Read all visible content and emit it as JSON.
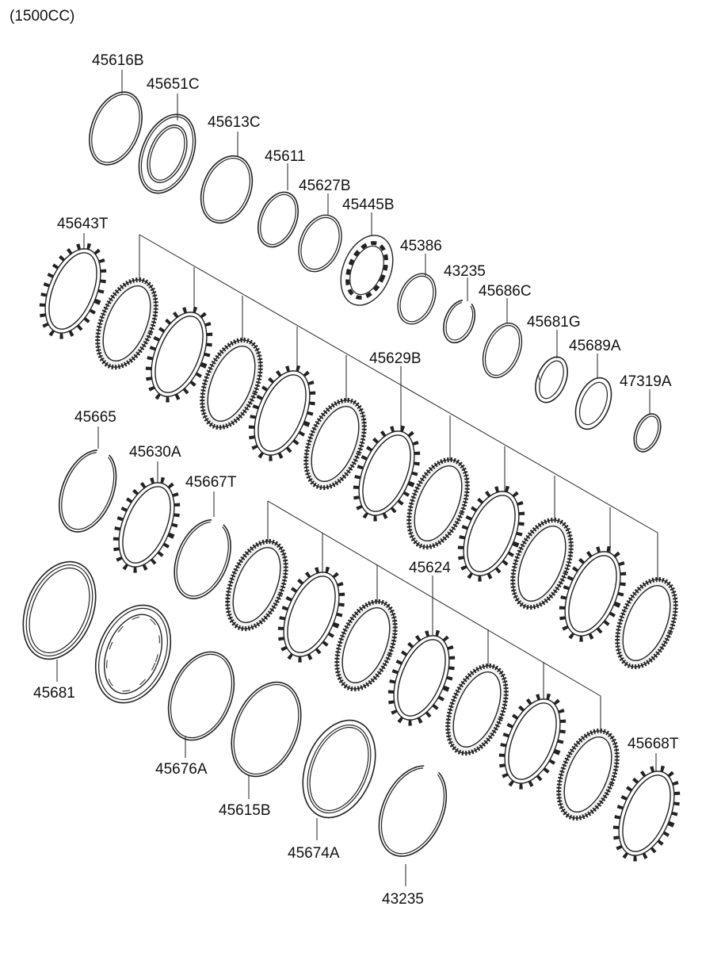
{
  "header": {
    "variant": "(1500CC)"
  },
  "labels": {
    "p45616B": "45616B",
    "p45651C": "45651C",
    "p45613C": "45613C",
    "p45611": "45611",
    "p45627B": "45627B",
    "p45445B": "45445B",
    "p45386": "45386",
    "p43235a": "43235",
    "p45686C": "45686C",
    "p45681G": "45681G",
    "p45689A": "45689A",
    "p47319A": "47319A",
    "p45643T": "45643T",
    "p45629B": "45629B",
    "p45665": "45665",
    "p45630A": "45630A",
    "p45667T": "45667T",
    "p45624": "45624",
    "p45681": "45681",
    "p45676A": "45676A",
    "p45615B": "45615B",
    "p45674A": "45674A",
    "p43235b": "43235",
    "p45668T": "45668T"
  },
  "colors": {
    "line": "#222222",
    "background": "#ffffff"
  },
  "icons": {
    "snap_ring": "snap-ring-icon",
    "friction_disc": "friction-disc-icon",
    "steel_plate": "steel-plate-icon",
    "retainer": "retainer-icon",
    "drum": "drum-icon"
  }
}
